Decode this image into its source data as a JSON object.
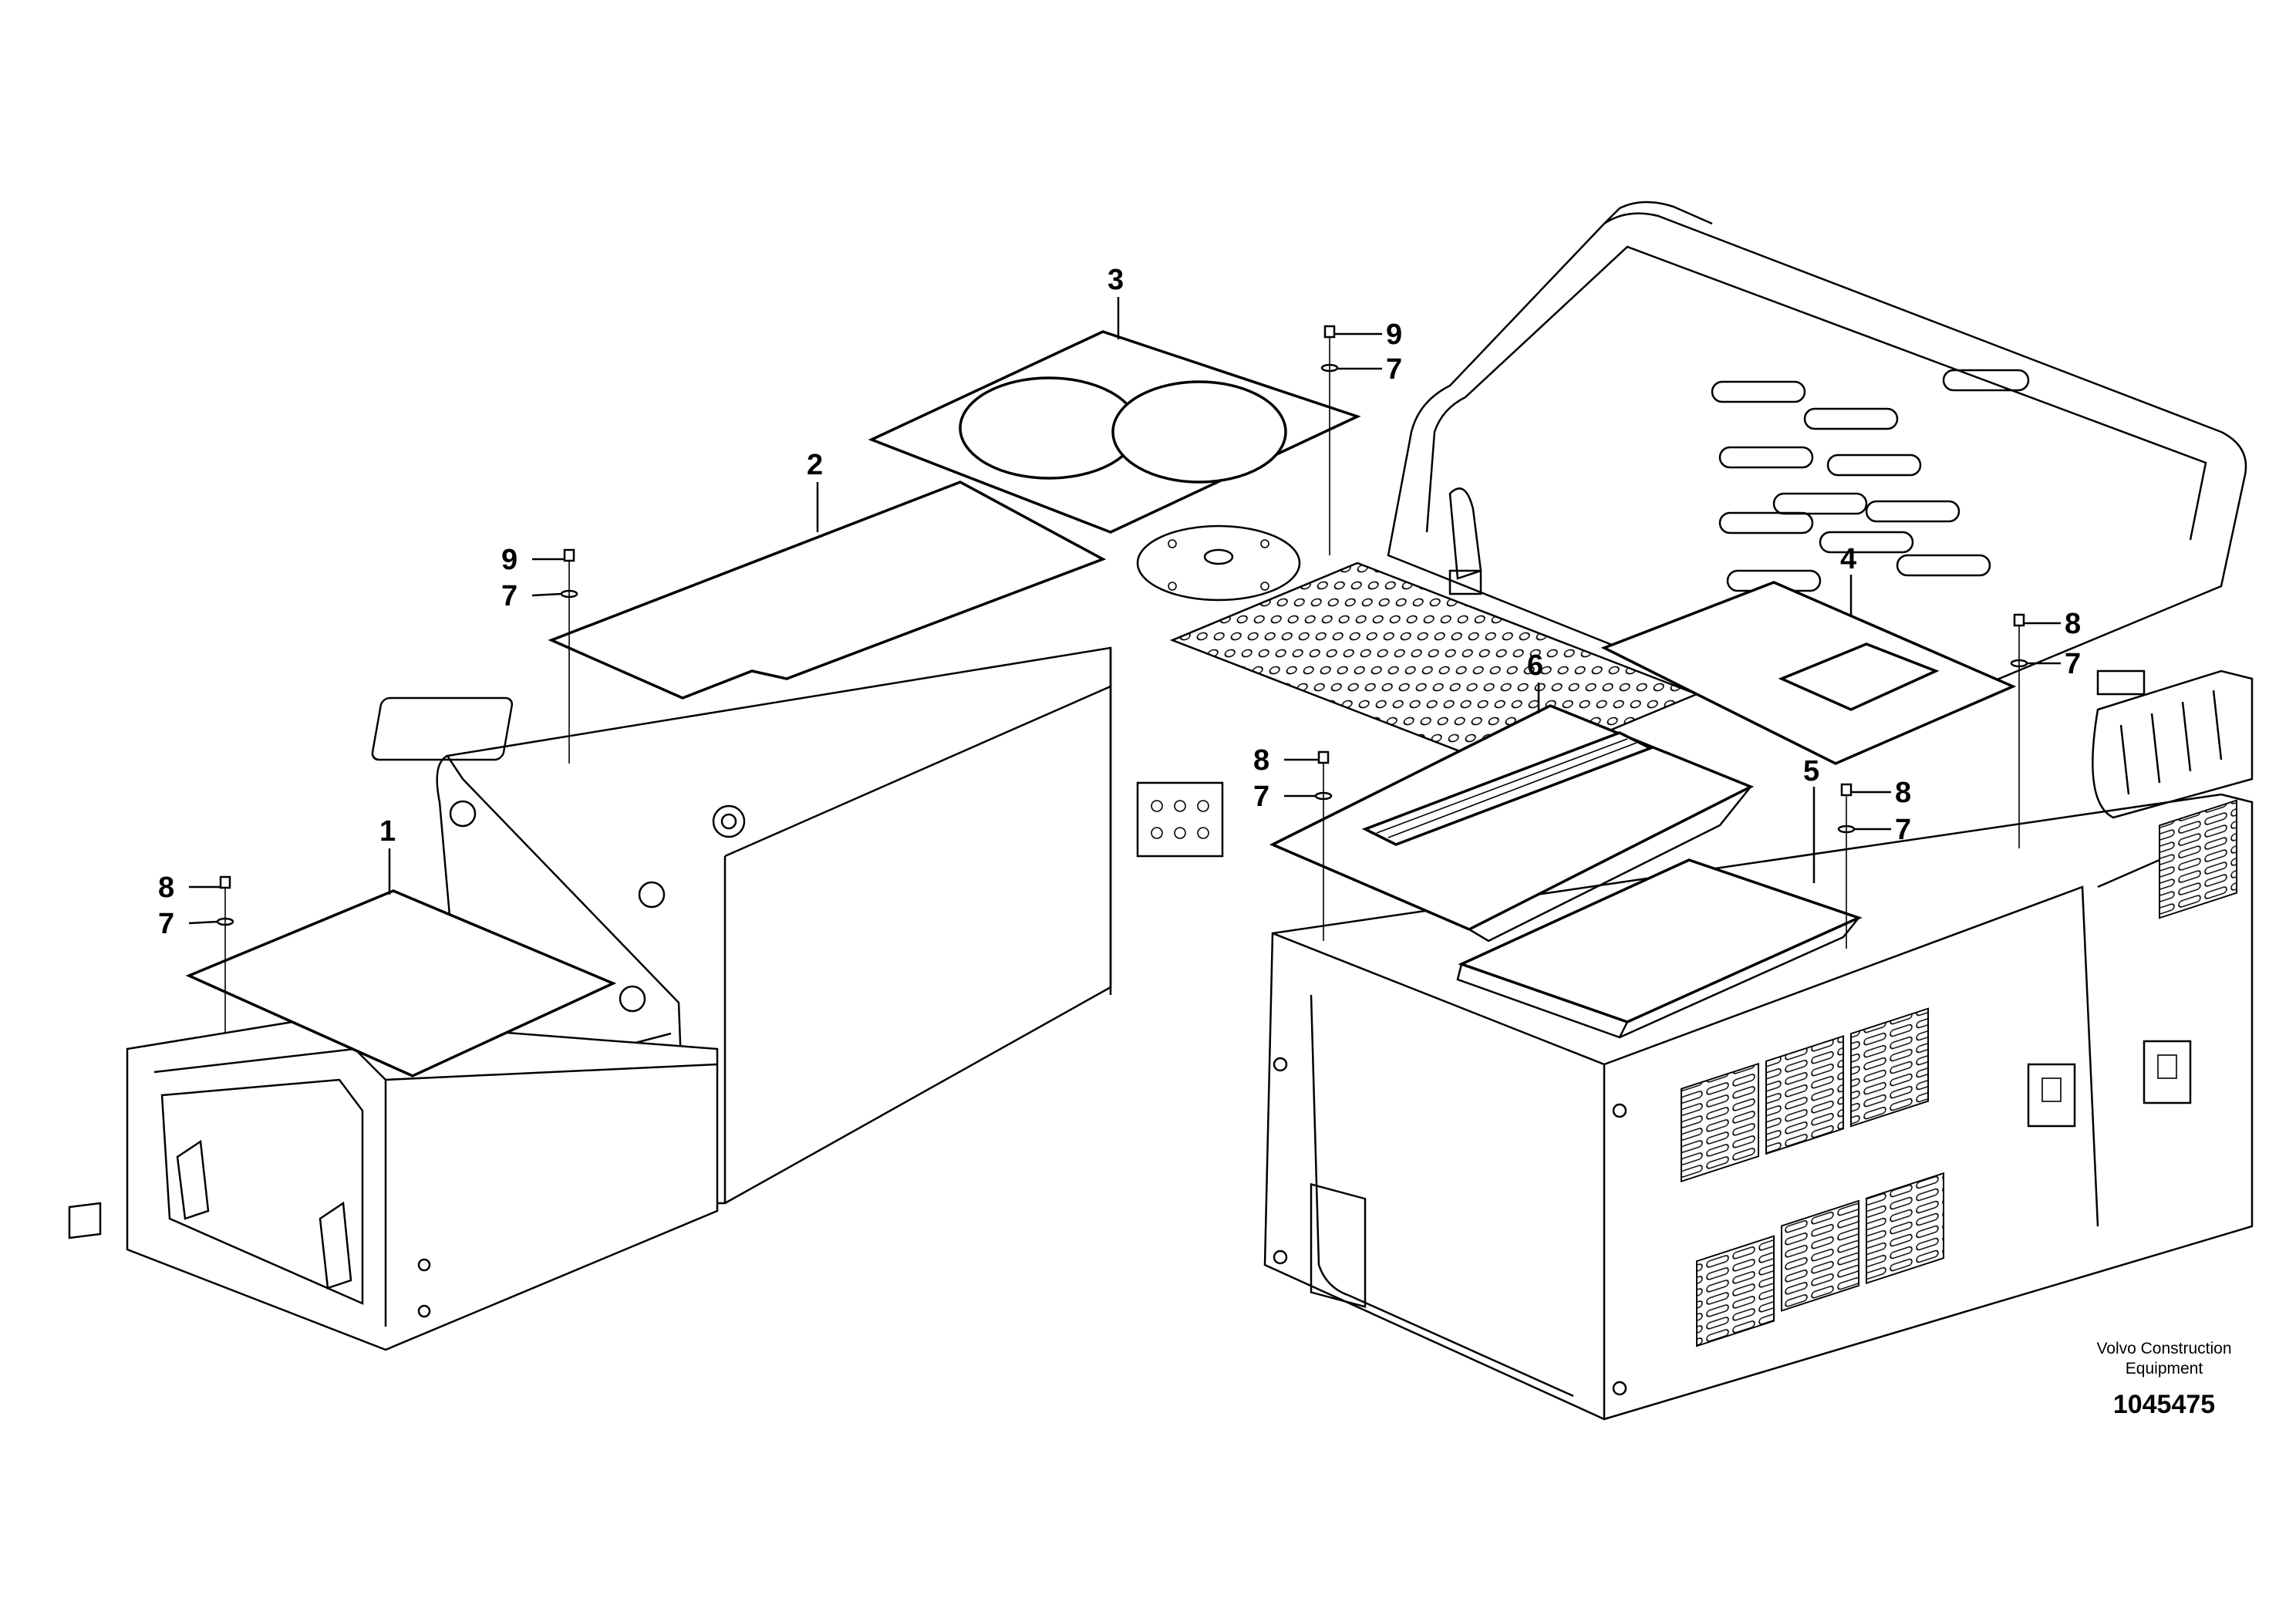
{
  "callouts": {
    "c1": "1",
    "c2": "2",
    "c3": "3",
    "c4": "4",
    "c5": "5",
    "c6": "6",
    "c7a": "7",
    "c7b": "7",
    "c7c": "7",
    "c7d": "7",
    "c7e": "7",
    "c7f": "7",
    "c8a": "8",
    "c8b": "8",
    "c8c": "8",
    "c8d": "8",
    "c9a": "9",
    "c9b": "9"
  },
  "caption": {
    "manufacturer_line1": "Volvo Construction",
    "manufacturer_line2": "Equipment",
    "drawing_number": "1045475"
  }
}
